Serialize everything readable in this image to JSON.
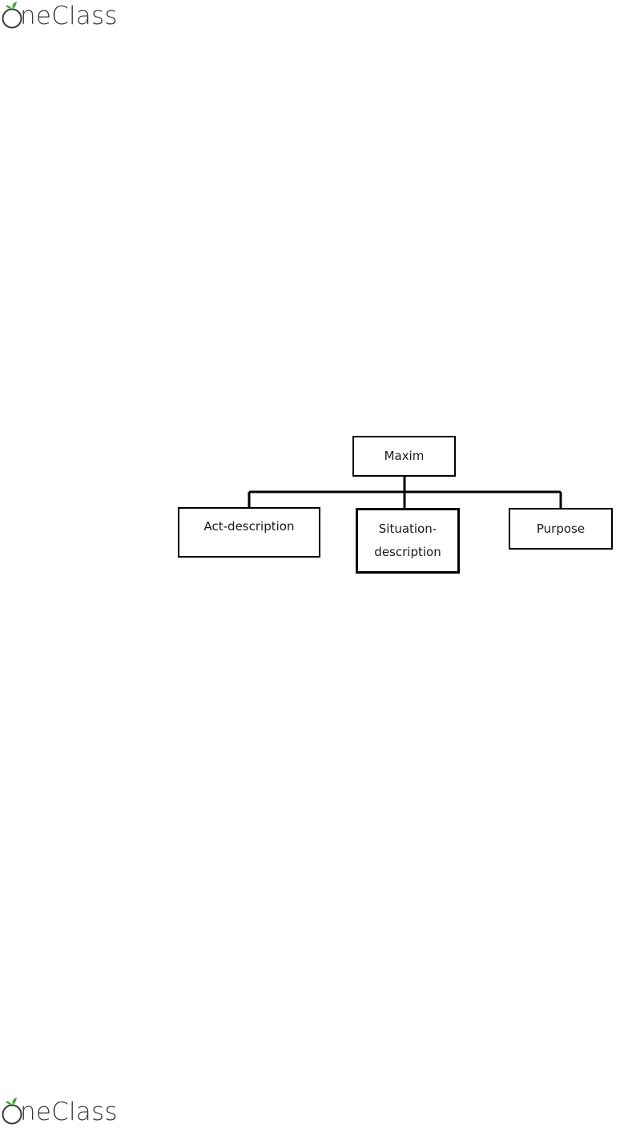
{
  "header": {
    "logo_text": "neClass",
    "logo_icon": "oneclass-apple-o-icon",
    "brand_green": "#3aaa35"
  },
  "diagram": {
    "root": {
      "label": "Maxim"
    },
    "children": [
      {
        "label": "Act-description"
      },
      {
        "label_line1": "Situation-",
        "label_line2": "description"
      },
      {
        "label": "Purpose"
      }
    ]
  },
  "footer": {
    "logo_text": "neClass",
    "logo_icon": "oneclass-apple-o-icon"
  }
}
